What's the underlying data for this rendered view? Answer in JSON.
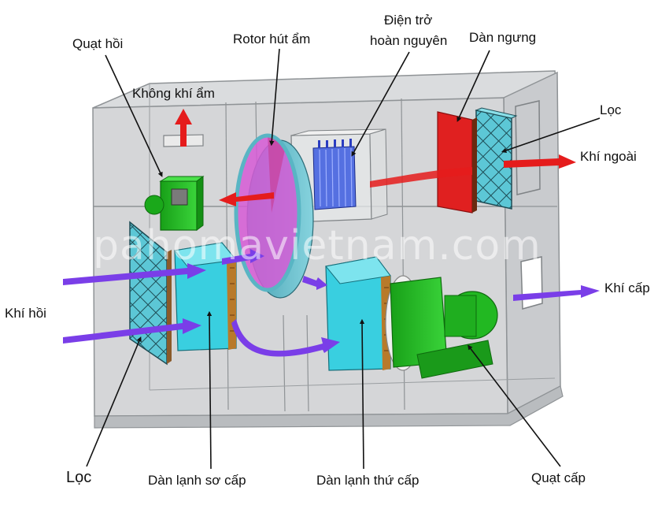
{
  "labels": {
    "return_fan": "Quạt hồi",
    "rotor": "Rotor hút ẩm",
    "heater_line1": "Điện trở",
    "heater_line2": "hoàn nguyên",
    "condenser": "Dàn ngưng",
    "humid_air": "Không khí ẩm",
    "filter_top": "Lọc",
    "outside_air": "Khí ngoài",
    "return_air": "Khí hồi",
    "supply_air": "Khí cấp",
    "filter_bottom": "Lọc",
    "primary_coil": "Dàn lạnh sơ cấp",
    "secondary_coil": "Dàn lạnh thứ cấp",
    "supply_fan": "Quạt cấp"
  },
  "watermark": "pahomavietnam.com",
  "colors": {
    "casing": "#d4d6d8",
    "casing_line": "#8f9396",
    "rotor_face": "#d65ad6",
    "rotor_rim": "#5fb8c8",
    "condenser": "#e02020",
    "filter": "#5cc7d6",
    "coil": "#39cfe0",
    "fan": "#22b822",
    "hot_arrow": "#e51c1c",
    "cool_arrow": "#7a3ee8"
  }
}
